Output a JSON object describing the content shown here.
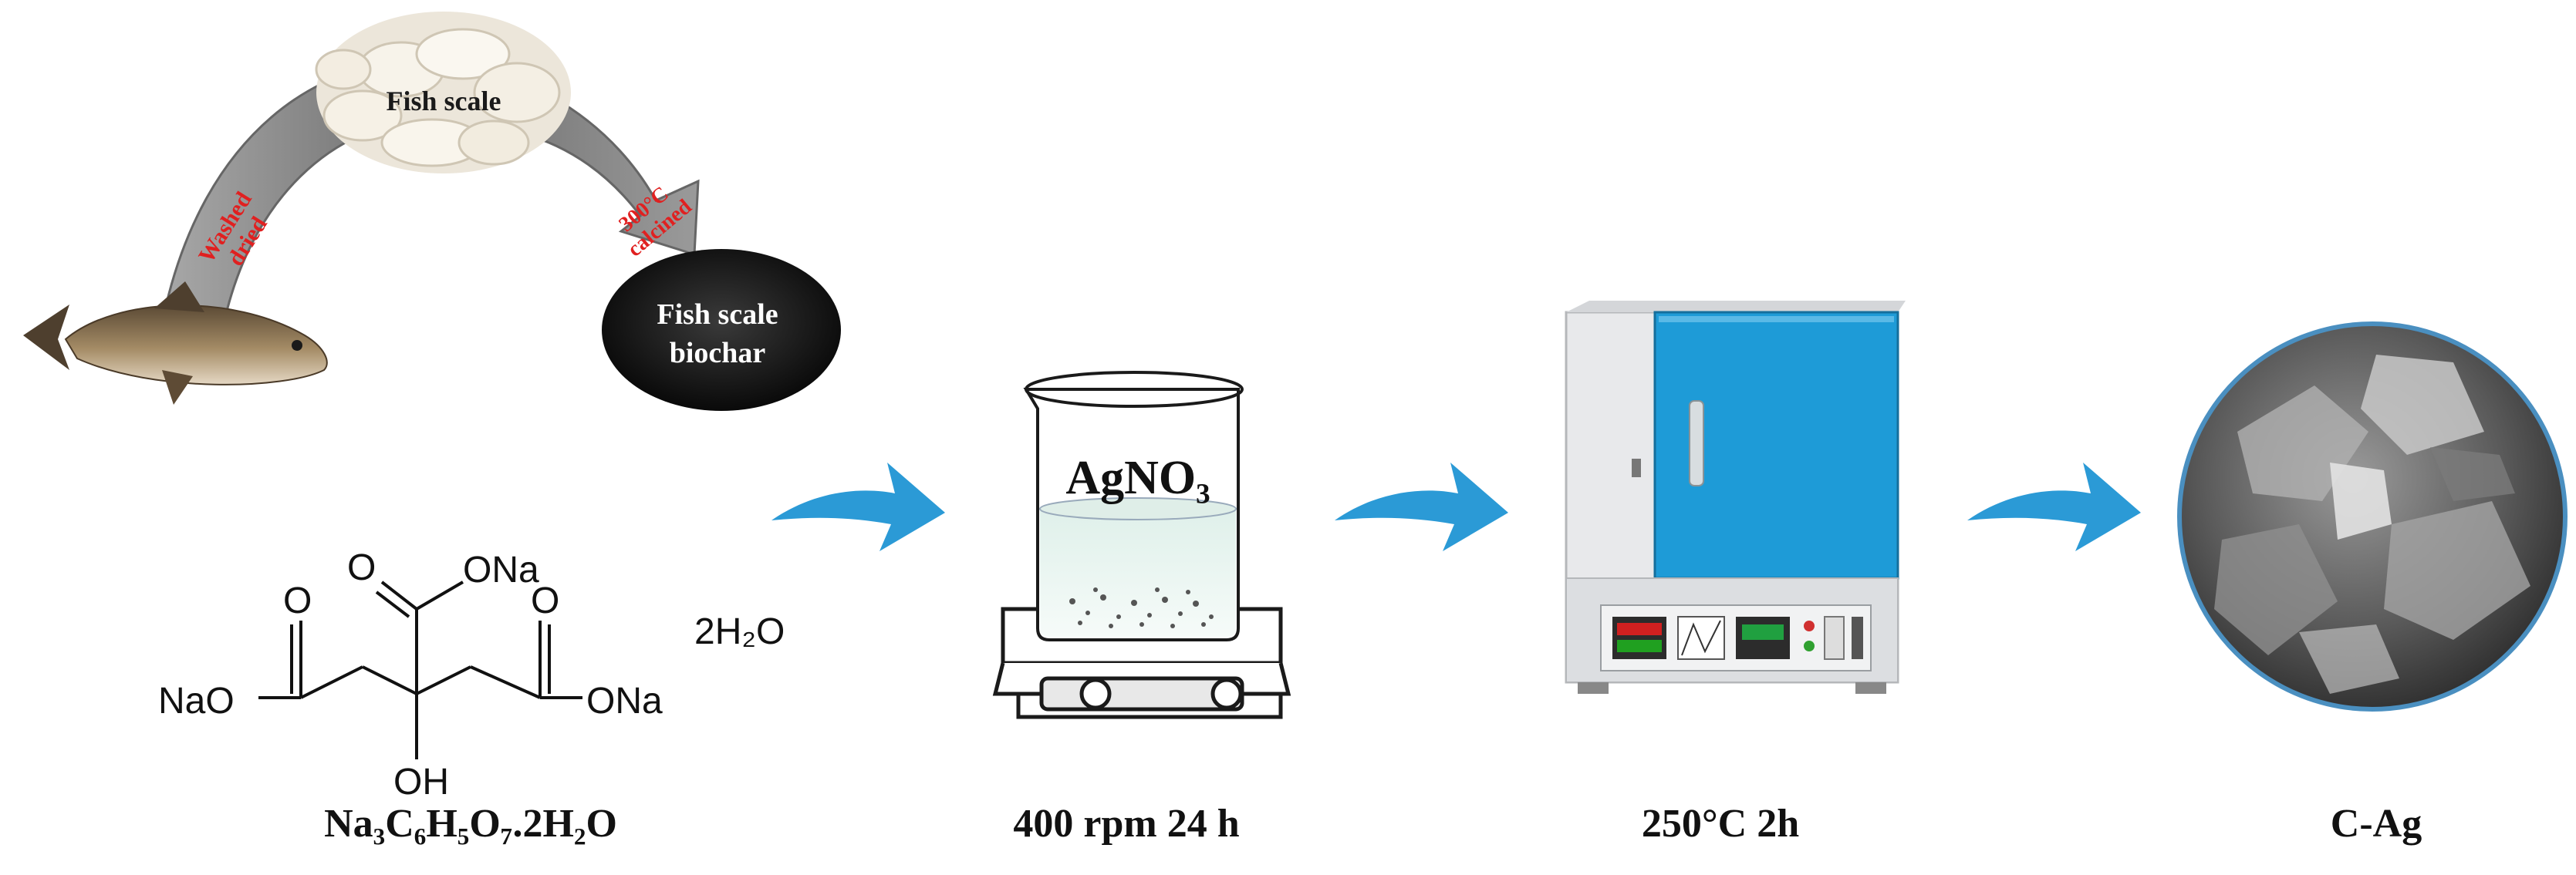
{
  "colors": {
    "accent_arrow": "#2b9ad6",
    "curve_arrow": "#8c8c8c",
    "label_red": "#e02020",
    "furnace_blue": "#1e9bd7",
    "biochar": "#141414"
  },
  "step1": {
    "fish_scale_label": "Fish scale",
    "washed_label_line1": "Washed",
    "washed_label_line2": "dried",
    "calcined_label_line1": "300°C",
    "calcined_label_line2": "calcined",
    "biochar_line1": "Fish scale",
    "biochar_line2": "biochar"
  },
  "citrate": {
    "sub_o_ona": "O",
    "sub_ona_top": "ONa",
    "sub_o_left": "O",
    "sub_o_right": "O",
    "sub_nao": "NaO",
    "sub_ona_right": "ONa",
    "sub_oh": "OH",
    "hydrate": "2H₂O",
    "caption": "Na₃C₆H₅O₇.2H₂O"
  },
  "beaker": {
    "label": "AgNO₃",
    "caption": "400 rpm 24 h"
  },
  "furnace": {
    "caption": "250°C 2h"
  },
  "product": {
    "caption": "C-Ag"
  }
}
